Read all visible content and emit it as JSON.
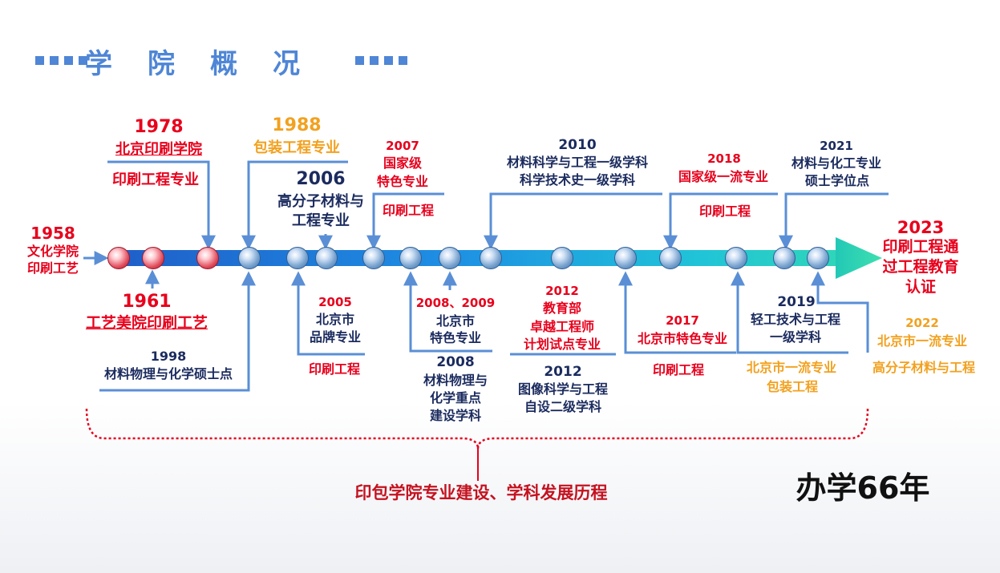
{
  "header": {
    "title_chars": [
      "学",
      "院",
      "概",
      "况"
    ]
  },
  "colors": {
    "red": "#e8001c",
    "navy": "#1b2b5e",
    "orange": "#f2a11f",
    "blue_accent": "#4f86d6"
  },
  "events": {
    "e1958": {
      "year": "1958",
      "l1": "文化学院",
      "l2": "印刷工艺"
    },
    "e1961": {
      "year": "1961",
      "l1": "工艺美院印刷工艺"
    },
    "e1978": {
      "year": "1978",
      "l1": "北京印刷学院",
      "l2": "印刷工程专业"
    },
    "e1988": {
      "year": "1988",
      "l1": "包装工程专业"
    },
    "e1998": {
      "year": "1998",
      "l1": "材料物理与化学硕士点"
    },
    "e2006": {
      "year": "2006",
      "l1": "高分子材料与",
      "l2": "工程专业"
    },
    "e2005": {
      "year": "2005",
      "l1": "北京市",
      "l2": "品牌专业",
      "l3": "印刷工程"
    },
    "e2007": {
      "year": "2007",
      "l1": "国家级",
      "l2": "特色专业",
      "l3": "印刷工程"
    },
    "e2008_2009": {
      "year": "2008、2009",
      "l1": "北京市",
      "l2": "特色专业"
    },
    "e2008": {
      "year": "2008",
      "l1": "材料物理与",
      "l2": "化学重点",
      "l3": "建设学科"
    },
    "e2010": {
      "year": "2010",
      "l1": "材料科学与工程一级学科",
      "l2": "科学技术史一级学科"
    },
    "e2012a": {
      "year": "2012",
      "l1": "教育部",
      "l2": "卓越工程师",
      "l3": "计划试点专业"
    },
    "e2012b": {
      "year": "2012",
      "l1": "图像科学与工程",
      "l2": "自设二级学科"
    },
    "e2017": {
      "year": "2017",
      "l1": "北京市特色专业",
      "l2": "印刷工程"
    },
    "e2018": {
      "year": "2018",
      "l1": "国家级一流专业",
      "l2": "印刷工程"
    },
    "e2019": {
      "year": "2019",
      "l1": "轻工技术与工程",
      "l2": "一级学科",
      "l3": "北京市一流专业",
      "l4": "包装工程"
    },
    "e2021": {
      "year": "2021",
      "l1": "材料与化工专业",
      "l2": "硕士学位点"
    },
    "e2022": {
      "year": "2022",
      "l1": "北京市一流专业",
      "l2": "高分子材料与工程"
    },
    "e2023": {
      "year": "2023",
      "l1": "印刷工程通",
      "l2": "过工程教育",
      "l3": "认证"
    }
  },
  "footer": {
    "caption": "印包学院专业建设、学科发展历程",
    "years_badge": "办学66年"
  }
}
